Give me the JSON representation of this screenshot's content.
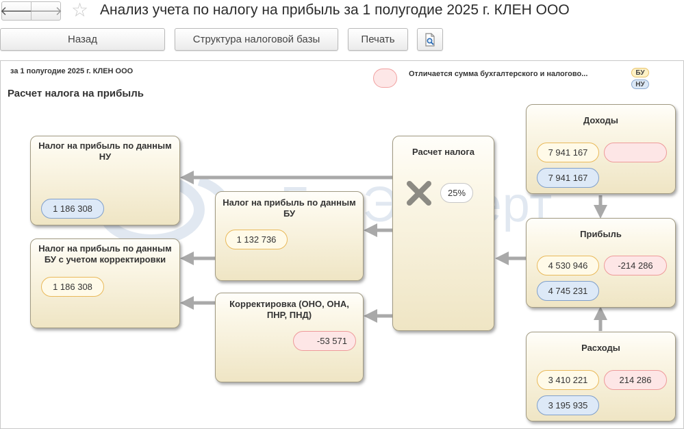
{
  "window": {
    "title": "Анализ учета по налогу на прибыль за 1 полугодие 2025 г. КЛЕН ООО",
    "back_icon": "arrow-left-icon",
    "forward_icon": "arrow-right-icon",
    "favorite_icon": "star-icon"
  },
  "toolbar": {
    "back_label": "Назад",
    "structure_label": "Структура налоговой базы",
    "print_label": "Печать",
    "preview_icon": "magnifier-document-icon"
  },
  "panel": {
    "period": "за 1 полугодие 2025 г. КЛЕН ООО",
    "section_title": "Расчет налога на прибыль",
    "legend": {
      "diff_text": "Отличается сумма бухгалтерского и налогово...",
      "bu_tag": "БУ",
      "nu_tag": "НУ"
    },
    "watermark": "БухЭксперт"
  },
  "cards": {
    "income": {
      "title": "Доходы",
      "bu": "7 941 167",
      "diff": "",
      "nu": "7 941 167"
    },
    "profit": {
      "title": "Прибыль",
      "bu": "4 530 946",
      "diff": "-214 286",
      "nu": "4 745 231"
    },
    "expenses": {
      "title": "Расходы",
      "bu": "3 410 221",
      "diff": "214 286",
      "nu": "3 195 935"
    },
    "calc": {
      "title": "Расчет налога",
      "rate": "25%",
      "multiply_icon": "multiply-icon"
    },
    "tax_bu": {
      "title": "Налог на прибыль по данным БУ",
      "value": "1 132 736"
    },
    "correction": {
      "title": "Корректировка (ОНО, ОНА, ПНР, ПНД)",
      "value": "-53 571"
    },
    "tax_nu": {
      "title": "Налог на прибыль по данным НУ",
      "value": "1 186 308"
    },
    "tax_bu_corrected": {
      "title": "Налог на прибыль по данным БУ с учетом корректировки",
      "value": "1 186 308"
    }
  },
  "colors": {
    "bu_border": "#e9b95a",
    "nu_border": "#7f9fcb",
    "diff_border": "#ee9a9a",
    "arrow": "#a9a9a9"
  }
}
